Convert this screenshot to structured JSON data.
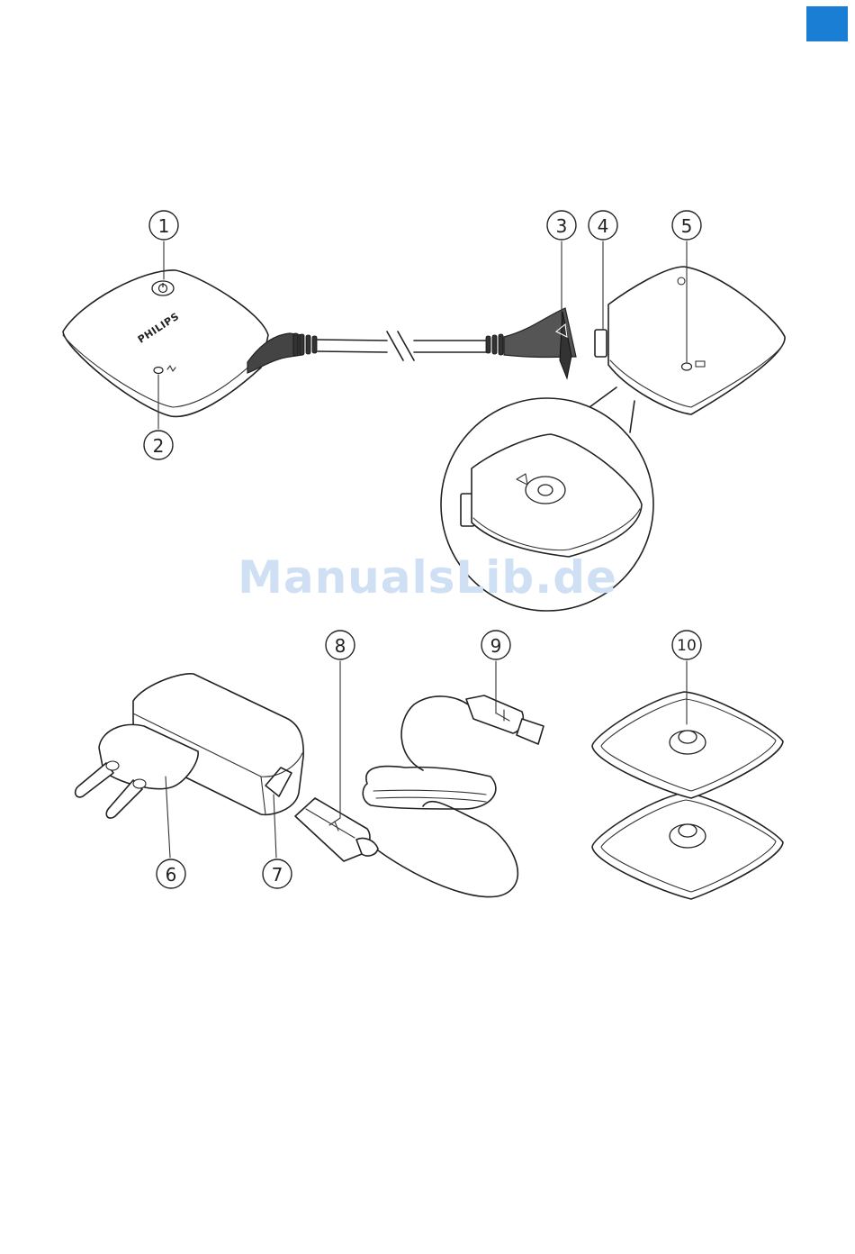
{
  "page": {
    "watermark": "ManualsLib.de",
    "brand_label": "PHILIPS",
    "accent_color": "#1a7ed4"
  },
  "callouts": [
    {
      "label": "1"
    },
    {
      "label": "2"
    },
    {
      "label": "3"
    },
    {
      "label": "4"
    },
    {
      "label": "5"
    },
    {
      "label": "6"
    },
    {
      "label": "7"
    },
    {
      "label": "8"
    },
    {
      "label": "9"
    },
    {
      "label": "10"
    }
  ]
}
